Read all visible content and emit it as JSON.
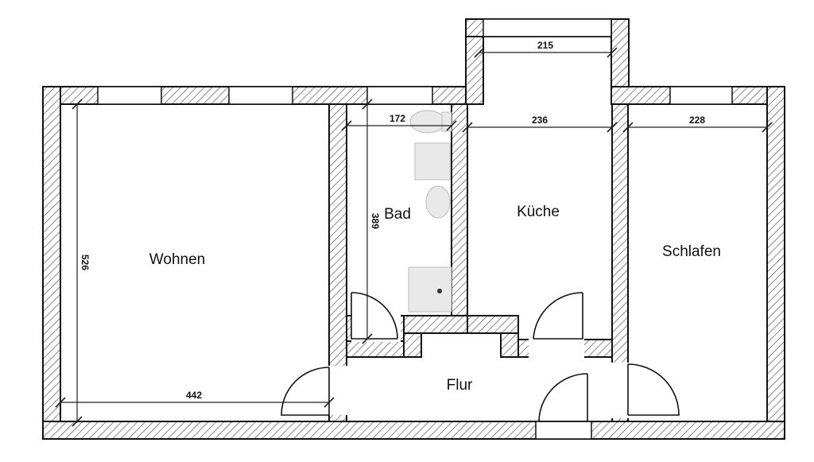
{
  "rooms": {
    "wohnen": "Wohnen",
    "bad": "Bad",
    "kueche": "Küche",
    "schlafen": "Schlafen",
    "flur": "Flur"
  },
  "dimensions": {
    "wohnen_height": "526",
    "wohnen_width": "442",
    "bad_width": "172",
    "bad_height": "389",
    "kueche_width": "236",
    "kueche_alcove_width": "215",
    "schlafen_width": "228"
  },
  "colors": {
    "wall_line": "#111111",
    "hatch": "#555555"
  }
}
